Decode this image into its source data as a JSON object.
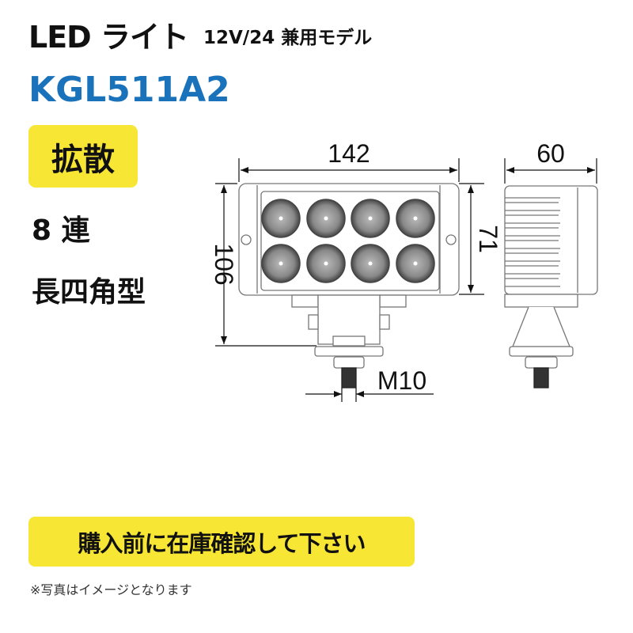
{
  "header": {
    "title": "LED ライト",
    "subtitle": "12V/24 兼用モデル",
    "model": "KGL511A2"
  },
  "specs": {
    "beam_badge": "拡散",
    "led_count": "8 連",
    "shape": "長四角型"
  },
  "drawing": {
    "width_label": "142",
    "height_label": "106",
    "lens_height_label": "71",
    "depth_label": "60",
    "bolt_label": "M10"
  },
  "notice": "購入前に在庫確認して下さい",
  "footnote": "※写真はイメージとなります",
  "colors": {
    "accent_blue": "#1a72bb",
    "highlight_yellow": "#f7e633"
  }
}
